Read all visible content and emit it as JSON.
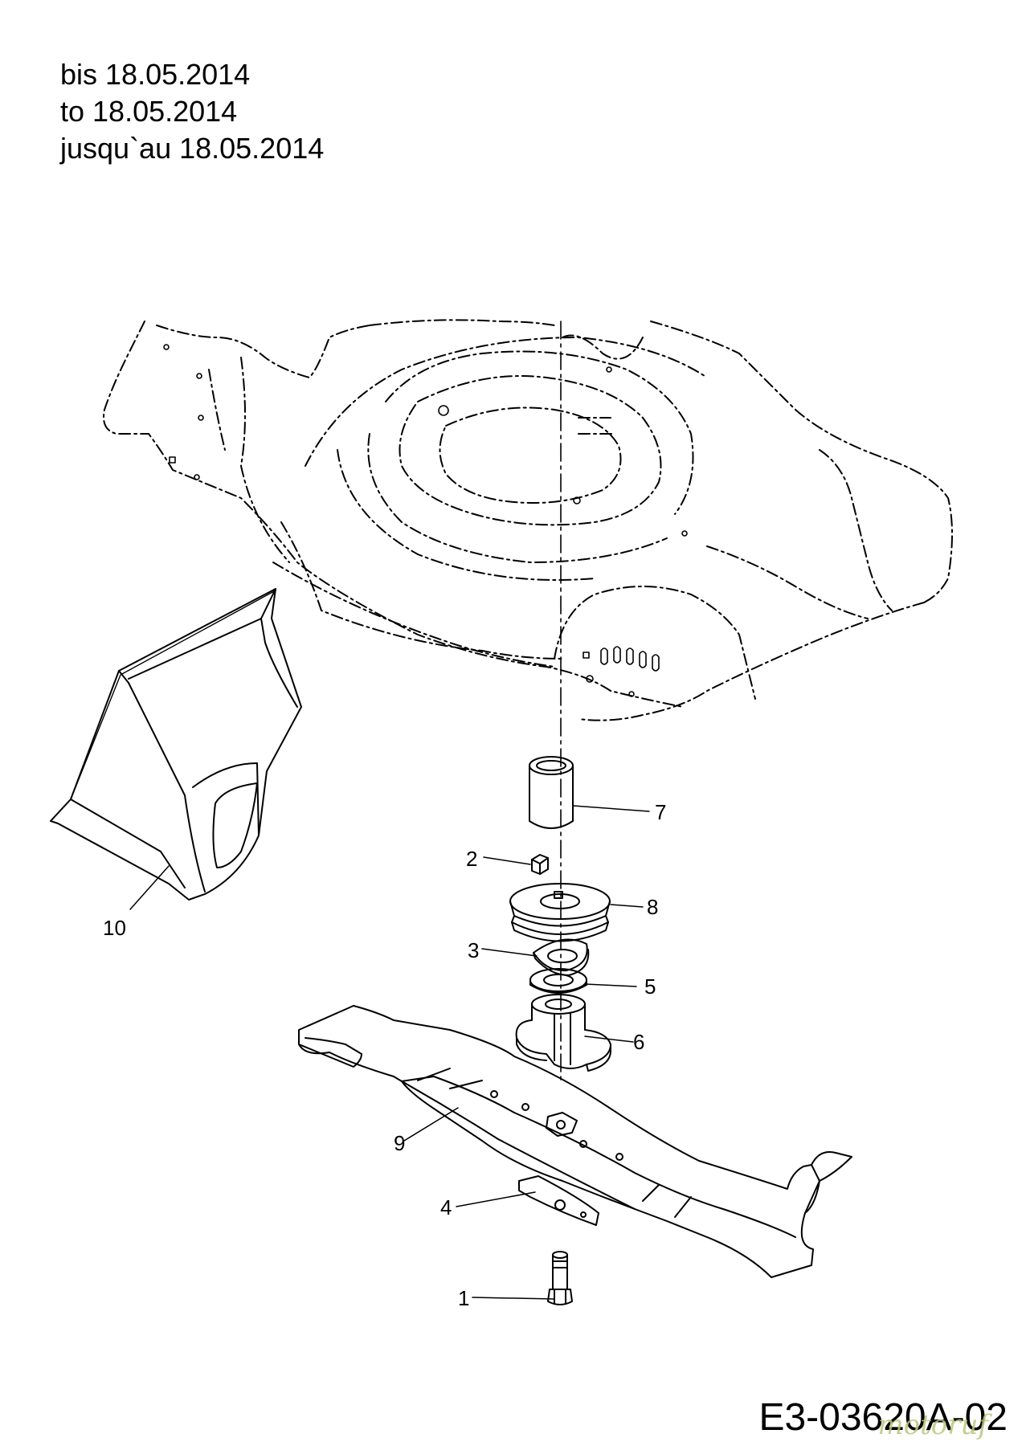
{
  "header": {
    "line_de": "bis 18.05.2014",
    "line_en": "to 18.05.2014",
    "line_fr": "jusqu`au 18.05.2014"
  },
  "callouts": [
    "1",
    "2",
    "3",
    "4",
    "5",
    "6",
    "7",
    "8",
    "9",
    "10"
  ],
  "drawing_code": "E3-03620A-02",
  "watermark": "motoruf"
}
